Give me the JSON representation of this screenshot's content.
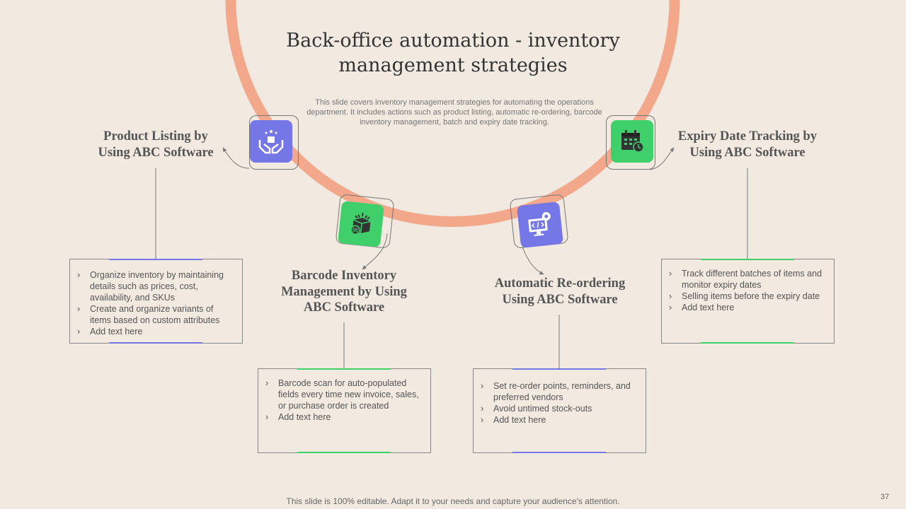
{
  "slide": {
    "title_line1": "Back-office automation - inventory",
    "title_line2": "management  strategies",
    "subtitle": "This slide covers inventory management strategies for automating the operations department. It includes actions such as product listing, automatic re-ordering, barcode inventory management, batch and expiry  date tracking.",
    "footer": "This slide is 100% editable. Adapt it to your needs and capture your audience's attention.",
    "page_number": "37"
  },
  "colors": {
    "background": "#f2e9e0",
    "ring": "#f3a78b",
    "blue": "#7577e6",
    "green": "#3fd06c"
  },
  "strategies": [
    {
      "heading_lines": [
        "Product Listing by",
        "Using ABC Software"
      ],
      "icon": "hands-holding-box-icon",
      "bullets": [
        "Organize inventory  by maintaining details such as prices, cost, availability,  and SKUs",
        "Create and organize variants of items based on custom attributes",
        "Add text here"
      ]
    },
    {
      "heading_lines": [
        "Barcode Inventory",
        "Management by Using",
        "ABC Software"
      ],
      "icon": "barcode-box-icon",
      "bullets": [
        "Barcode  scan for auto-populated fields  every  time new invoice, sales, or purchase order  is created",
        "Add text here"
      ]
    },
    {
      "heading_lines": [
        "Automatic Re-ordering",
        "Using ABC Software"
      ],
      "icon": "monitor-code-gear-icon",
      "bullets": [
        "Set re-order  points,  reminders, and preferred  vendors",
        "Avoid  untimed stock-outs",
        "Add text here"
      ]
    },
    {
      "heading_lines": [
        "Expiry Date Tracking by",
        "Using ABC Software"
      ],
      "icon": "calendar-clock-icon",
      "bullets": [
        "Track  different  batches of items and monitor expiry dates",
        "Selling items before  the expiry date",
        "Add text here"
      ]
    }
  ]
}
